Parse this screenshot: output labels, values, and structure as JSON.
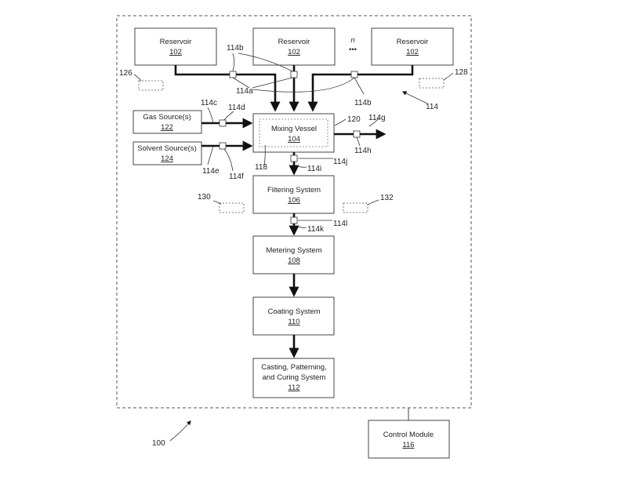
{
  "reservoirs": [
    {
      "label": "Reservoir",
      "number": "102"
    },
    {
      "label": "Reservoir",
      "number": "102"
    },
    {
      "label": "Reservoir",
      "number": "102"
    }
  ],
  "reservoir_n": "n",
  "reservoir_ellipsis": "•••",
  "gas_source": {
    "label": "Gas Source(s)",
    "number": "122"
  },
  "solvent_source": {
    "label": "Solvent Source(s)",
    "number": "124"
  },
  "mixing_vessel": {
    "label": "Mixing Vessel",
    "number": "104"
  },
  "filtering_system": {
    "label": "Filtering System",
    "number": "106"
  },
  "metering_system": {
    "label": "Metering System",
    "number": "108"
  },
  "coating_system": {
    "label": "Coating System",
    "number": "110"
  },
  "casting_system": {
    "line1": "Casting, Patterning,",
    "line2": "and Curing System",
    "number": "112"
  },
  "control_module": {
    "label": "Control Module",
    "number": "116"
  },
  "refs": {
    "r114b_top": "114b",
    "r114b_right": "114b",
    "r114a": "114a",
    "r114": "114",
    "r126": "126",
    "r128": "128",
    "r114c": "114c",
    "r114d": "114d",
    "r120": "120",
    "r114g": "114g",
    "r114h": "114h",
    "r114e": "114e",
    "r114f": "114f",
    "r118": "118",
    "r114j": "114j",
    "r114i": "114i",
    "r130": "130",
    "r132": "132",
    "r114l": "114l",
    "r114k": "114k",
    "r100": "100"
  }
}
